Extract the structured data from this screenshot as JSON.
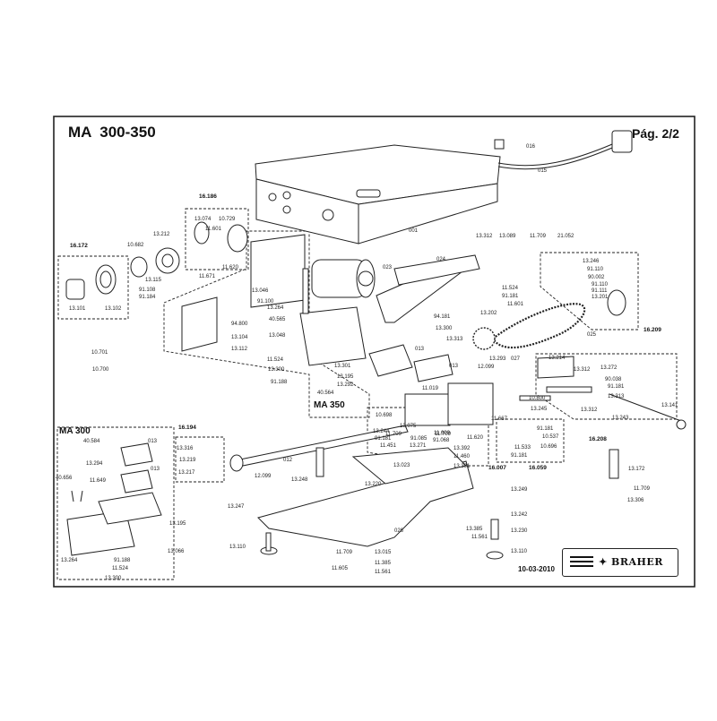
{
  "header": {
    "title": "MA  300-350",
    "page": "Pág. 2/2"
  },
  "footer": {
    "date": "10-03-2010",
    "brand": "✦ BRAHER"
  },
  "groups": {
    "g16186": "16.186",
    "g16172": "16.172",
    "ma350": "MA 350",
    "ma300": "MA 300",
    "g16194": "16.194",
    "g16209": "16.209",
    "g16208": "16.208",
    "g16059": "16.059",
    "g16007": "16.007"
  },
  "parts": [
    "016",
    "015",
    "001",
    "13.074",
    "10.729",
    "11.601",
    "11.620",
    "13.212",
    "10.682",
    "11.671",
    "13.115",
    "91.108",
    "91.184",
    "13.101",
    "13.102",
    "13.046",
    "91.100",
    "13.264",
    "40.565",
    "13.048",
    "94.800",
    "13.104",
    "13.112",
    "10.701",
    "10.700",
    "023",
    "024",
    "13.089",
    "13.312",
    "11.709",
    "21.052",
    "13.246",
    "91.110",
    "90.002",
    "91.110",
    "91.111",
    "13.201",
    "11.524",
    "91.181",
    "11.601",
    "94.181",
    "13.300",
    "13.202",
    "025",
    "13.313",
    "13.293",
    "12.099",
    "027",
    "11.524",
    "13.300",
    "91.188",
    "13.301",
    "13.195",
    "13.292",
    "40.564",
    "013",
    "013",
    "11.019",
    "10.698",
    "10.800",
    "13.214",
    "13.312",
    "13.272",
    "90.038",
    "91.181",
    "13.313",
    "13.245",
    "13.312",
    "13.243",
    "13.141",
    "11.667",
    "13.244",
    "11.709",
    "13.075",
    "91.085",
    "11.609",
    "91.068",
    "11.451",
    "13.271",
    "91.181",
    "91.181",
    "11.620",
    "10.537",
    "10.696",
    "11.533",
    "91.181",
    "13.392",
    "11.460",
    "13.391",
    "40.584",
    "013",
    "13.294",
    "013",
    "40.656",
    "11.649",
    "13.264",
    "91.188",
    "11.524",
    "13.300",
    "13.195",
    "13.066",
    "13.316",
    "13.219",
    "13.217",
    "12.099",
    "012",
    "13.023",
    "11.709",
    "13.248",
    "13.220",
    "13.172",
    "11.709",
    "13.306",
    "13.249",
    "13.242",
    "13.230",
    "13.385",
    "11.561",
    "13.110",
    "026",
    "13.247",
    "13.110",
    "11.709",
    "11.605",
    "13.015",
    "11.385",
    "11.561"
  ]
}
